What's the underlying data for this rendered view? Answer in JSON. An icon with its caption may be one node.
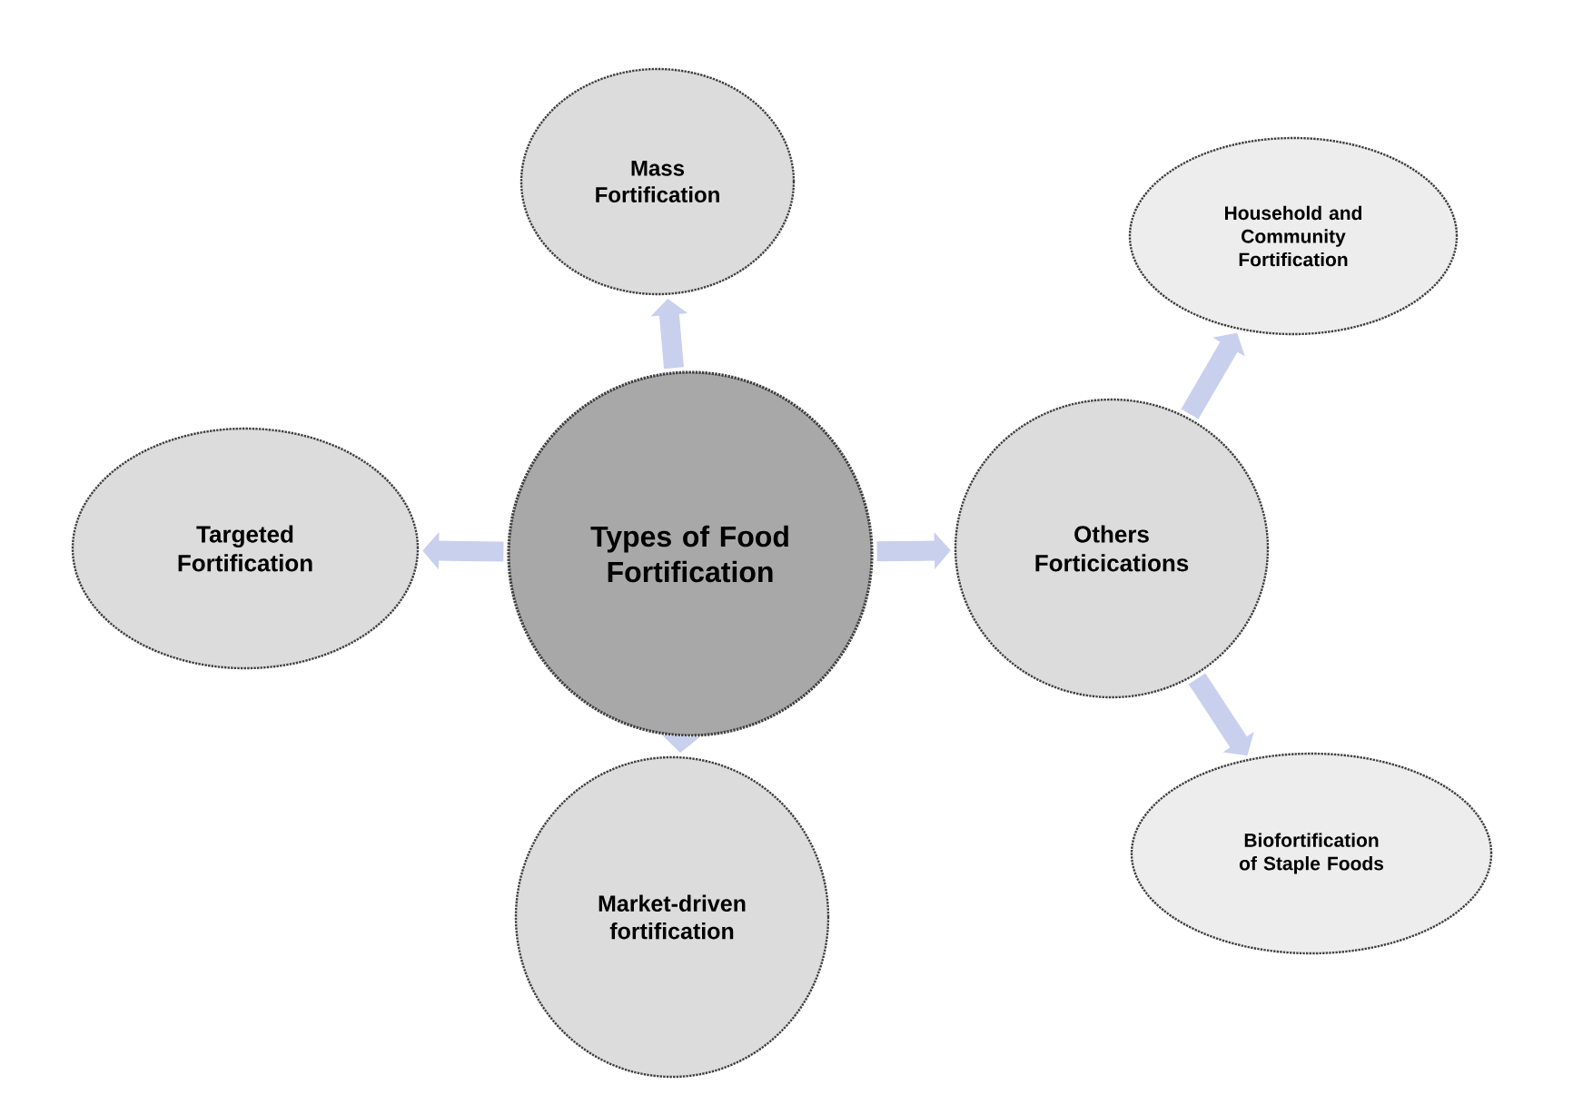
{
  "diagram": {
    "nodes": [
      {
        "text": [
          "Mass Fortification"
        ]
      },
      {
        "text": [
          "Household and Community Fortification"
        ]
      },
      {
        "text": [
          "Targeted Fortification"
        ]
      },
      {
        "text": [
          "Types of Food Fortification"
        ]
      },
      {
        "text": [
          "Others Forticications"
        ]
      },
      {
        "text": [
          "Biofortification of Staple Foods"
        ]
      },
      {
        "text": [
          "Market-driven fortification"
        ]
      }
    ],
    "edges": [
      {
        "from": 3,
        "to": 0,
        "arrow": "to"
      },
      {
        "from": 3,
        "to": 2,
        "arrow": "to"
      },
      {
        "from": 3,
        "to": 4,
        "arrow": "to"
      },
      {
        "from": 3,
        "to": 6,
        "arrow": "to"
      },
      {
        "from": 4,
        "to": 1,
        "arrow": "to"
      },
      {
        "from": 4,
        "to": 5,
        "arrow": "to"
      }
    ]
  }
}
